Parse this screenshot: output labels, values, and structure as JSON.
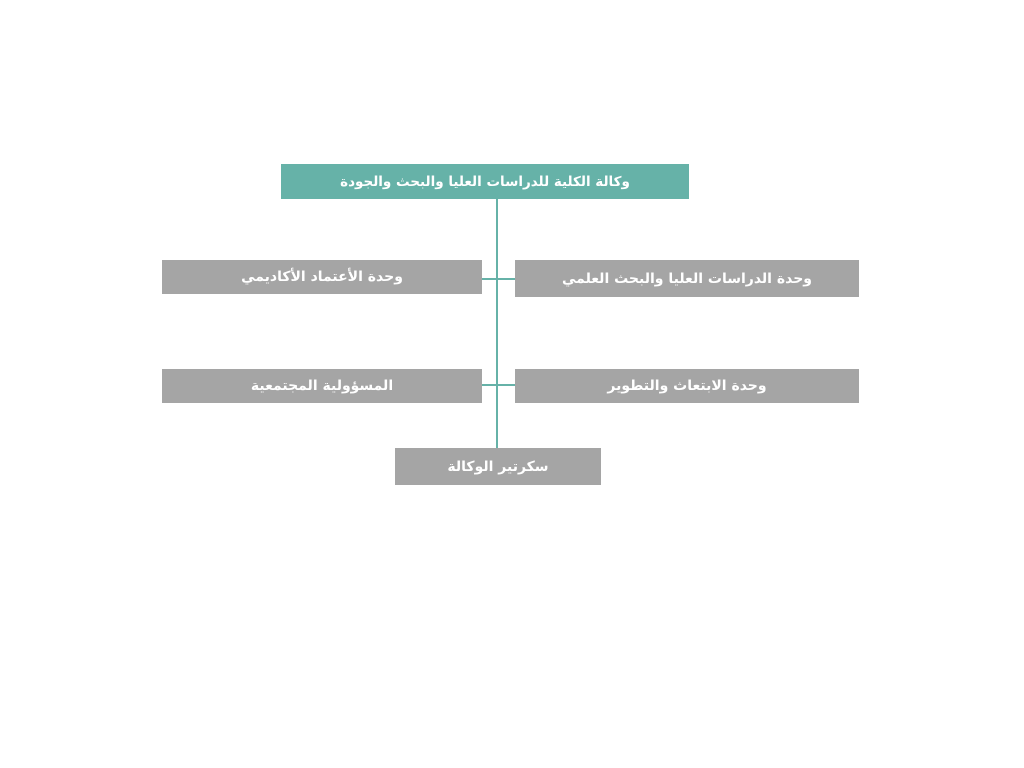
{
  "colors": {
    "head_box": "#66b2a8",
    "unit_box": "#a5a5a5",
    "connector": "#66b2a8",
    "text": "#ffffff"
  },
  "org_chart": {
    "head": "وكالة الكلية للدراسات العليا والبحث والجودة",
    "units": {
      "graduate_research": "وحدة الدراسات العليا والبحث العلمي",
      "accreditation": "وحدة الأعتماد الأكاديمي",
      "scholarship_development": "وحدة الابتعاث والتطوير",
      "community_responsibility": "المسؤولية المجتمعية",
      "secretary": "سكرتير الوكالة"
    }
  }
}
